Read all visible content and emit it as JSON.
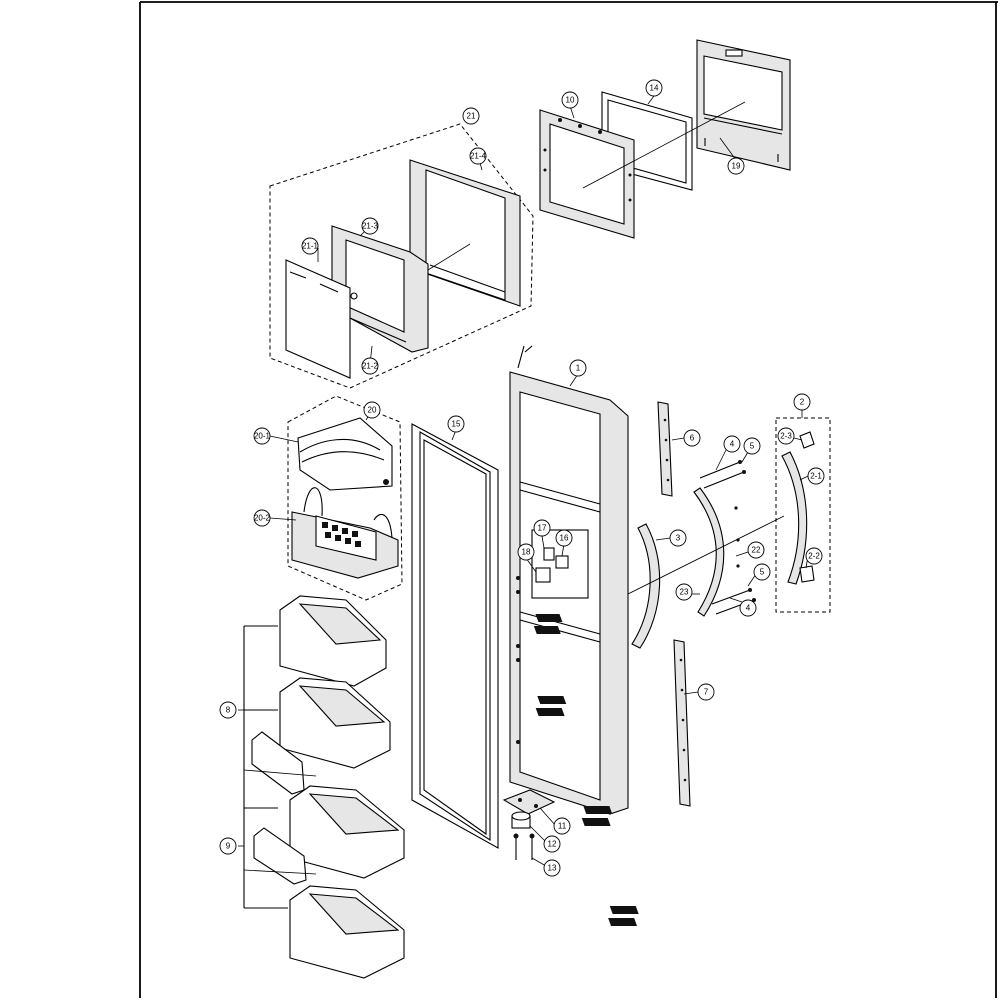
{
  "callouts": [
    {
      "id": "c-21",
      "label": "21"
    },
    {
      "id": "c-21-1",
      "label": "21-1"
    },
    {
      "id": "c-21-2",
      "label": "21-2"
    },
    {
      "id": "c-21-3",
      "label": "21-3"
    },
    {
      "id": "c-21-4",
      "label": "21-4"
    },
    {
      "id": "c-10",
      "label": "10"
    },
    {
      "id": "c-14",
      "label": "14"
    },
    {
      "id": "c-19",
      "label": "19"
    },
    {
      "id": "c-1",
      "label": "1"
    },
    {
      "id": "c-20",
      "label": "20"
    },
    {
      "id": "c-20-1",
      "label": "20-1"
    },
    {
      "id": "c-20-2",
      "label": "20-2"
    },
    {
      "id": "c-15",
      "label": "15"
    },
    {
      "id": "c-6",
      "label": "6"
    },
    {
      "id": "c-4a",
      "label": "4"
    },
    {
      "id": "c-5a",
      "label": "5"
    },
    {
      "id": "c-2",
      "label": "2"
    },
    {
      "id": "c-2-3",
      "label": "2-3"
    },
    {
      "id": "c-2-1",
      "label": "2-1"
    },
    {
      "id": "c-2-2",
      "label": "2-2"
    },
    {
      "id": "c-3",
      "label": "3"
    },
    {
      "id": "c-22",
      "label": "22"
    },
    {
      "id": "c-23",
      "label": "23"
    },
    {
      "id": "c-5b",
      "label": "5"
    },
    {
      "id": "c-4b",
      "label": "4"
    },
    {
      "id": "c-17",
      "label": "17"
    },
    {
      "id": "c-16",
      "label": "16"
    },
    {
      "id": "c-18",
      "label": "18"
    },
    {
      "id": "c-7",
      "label": "7"
    },
    {
      "id": "c-8",
      "label": "8"
    },
    {
      "id": "c-9",
      "label": "9"
    },
    {
      "id": "c-11",
      "label": "11"
    },
    {
      "id": "c-12",
      "label": "12"
    },
    {
      "id": "c-13",
      "label": "13"
    }
  ]
}
